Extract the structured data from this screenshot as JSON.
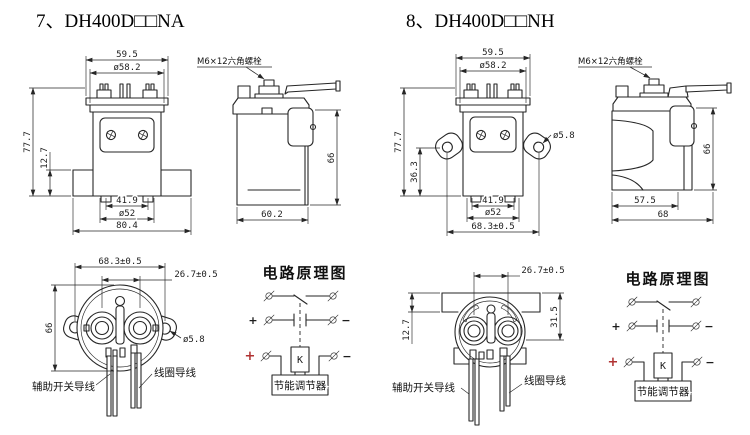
{
  "page": {
    "background": "#ffffff",
    "line_color": "#262626",
    "coil_plus_color": "#b03232"
  },
  "left_product": {
    "title": "7、DH400D□□NA",
    "front_view": {
      "dim_top_width": "59.5",
      "dim_top_dia": "ø58.2",
      "dim_total_height": "77.7",
      "dim_base_height": "12.7",
      "dim_bottom_inner": "41.9",
      "dim_body_dia": "ø52",
      "dim_base_width": "80.4"
    },
    "side_view": {
      "bolt_label": "M6×12六角螺栓",
      "dim_height": "66",
      "dim_depth": "60.2"
    },
    "bottom_view": {
      "dim_ear_span": "68.3±0.5",
      "dim_terminal_pitch": "26.7±0.5",
      "dim_height": "66",
      "dim_ear_hole_dia": "ø5.8",
      "aux_wire_label": "辅助开关导线",
      "coil_wire_label": "线圈导线"
    },
    "circuit": {
      "title": "电路原理图",
      "relay_label": "K",
      "regulator_label": "节能调节器",
      "plus_sign": "+",
      "minus_sign": "−"
    }
  },
  "right_product": {
    "title": "8、DH400D□□NH",
    "front_view": {
      "dim_top_width": "59.5",
      "dim_top_dia": "ø58.2",
      "dim_total_height": "77.7",
      "dim_ear_height": "36.3",
      "dim_ear_hole_dia": "ø5.8",
      "dim_bottom_inner": "41.9",
      "dim_body_dia": "ø52",
      "dim_ear_span": "68.3±0.5"
    },
    "side_view": {
      "bolt_label": "M6×12六角螺栓",
      "dim_height": "66",
      "dim_depth_inner": "57.5",
      "dim_depth": "68"
    },
    "bottom_view": {
      "dim_terminal_pitch": "26.7±0.5",
      "dim_flange_height": "12.7",
      "dim_side_height": "31.5",
      "aux_wire_label": "辅助开关导线",
      "coil_wire_label": "线圈导线"
    },
    "circuit": {
      "title": "电路原理图",
      "relay_label": "K",
      "regulator_label": "节能调节器",
      "plus_sign": "+",
      "minus_sign": "−"
    }
  }
}
